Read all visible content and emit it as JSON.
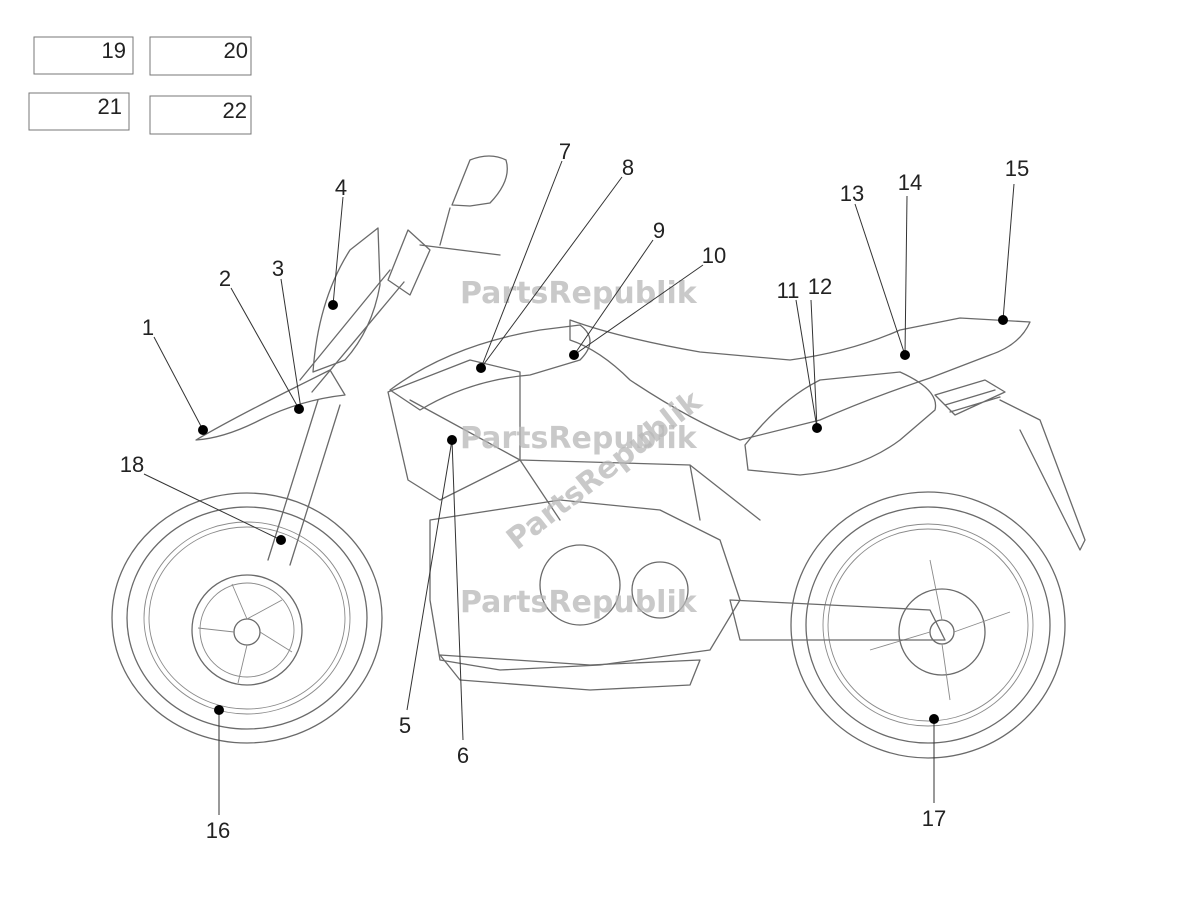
{
  "legend_boxes": [
    {
      "id": "19",
      "label": "19"
    },
    {
      "id": "20",
      "label": "20"
    },
    {
      "id": "21",
      "label": "21"
    },
    {
      "id": "22",
      "label": "22"
    }
  ],
  "callouts": [
    {
      "label": "1"
    },
    {
      "label": "2"
    },
    {
      "label": "3"
    },
    {
      "label": "4"
    },
    {
      "label": "5"
    },
    {
      "label": "6"
    },
    {
      "label": "7"
    },
    {
      "label": "8"
    },
    {
      "label": "9"
    },
    {
      "label": "10"
    },
    {
      "label": "11"
    },
    {
      "label": "12"
    },
    {
      "label": "13"
    },
    {
      "label": "14"
    },
    {
      "label": "15"
    },
    {
      "label": "16"
    },
    {
      "label": "17"
    },
    {
      "label": "18"
    }
  ],
  "watermark": {
    "text": "PartsRepublik"
  },
  "colors": {
    "line": "#6a6a6a",
    "dot": "#000000",
    "watermark": "#b8b8b8"
  }
}
